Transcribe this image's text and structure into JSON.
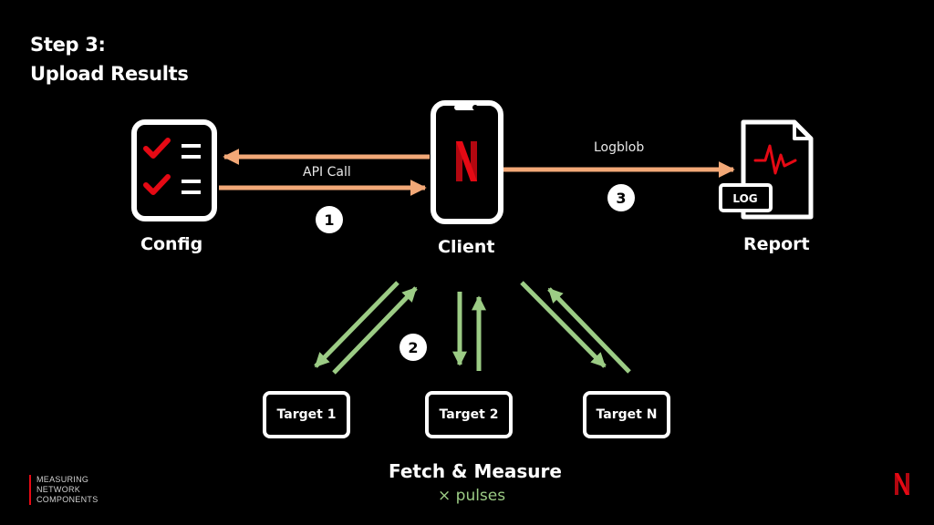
{
  "slide": {
    "title_line1": "Step 3:",
    "title_line2": "Upload Results"
  },
  "nodes": {
    "config": {
      "label": "Config",
      "icon": "checklist-icon"
    },
    "client": {
      "label": "Client",
      "icon": "phone-netflix-icon",
      "logo_letter": "N"
    },
    "report": {
      "label": "Report",
      "icon": "log-report-icon",
      "badge": "LOG"
    }
  },
  "edges": {
    "api_call": {
      "label": "API Call",
      "color": "#f2a877"
    },
    "logblob": {
      "label": "Logblob",
      "color": "#f2a877"
    },
    "fetch": {
      "color": "#9ccc85"
    }
  },
  "steps": [
    "1",
    "2",
    "3"
  ],
  "targets": [
    "Target 1",
    "Target 2",
    "Target N"
  ],
  "fetch": {
    "title": "Fetch & Measure",
    "subtitle": "× pulses"
  },
  "footer": {
    "lines": [
      "MEASURING",
      "NETWORK",
      "COMPONENTS"
    ],
    "brand_logo": "netflix-n-icon",
    "brand_letter": "N"
  },
  "colors": {
    "background": "#000000",
    "netflix_red": "#e50914",
    "orange_arrow": "#f2a877",
    "green_arrow": "#9ccc85"
  }
}
